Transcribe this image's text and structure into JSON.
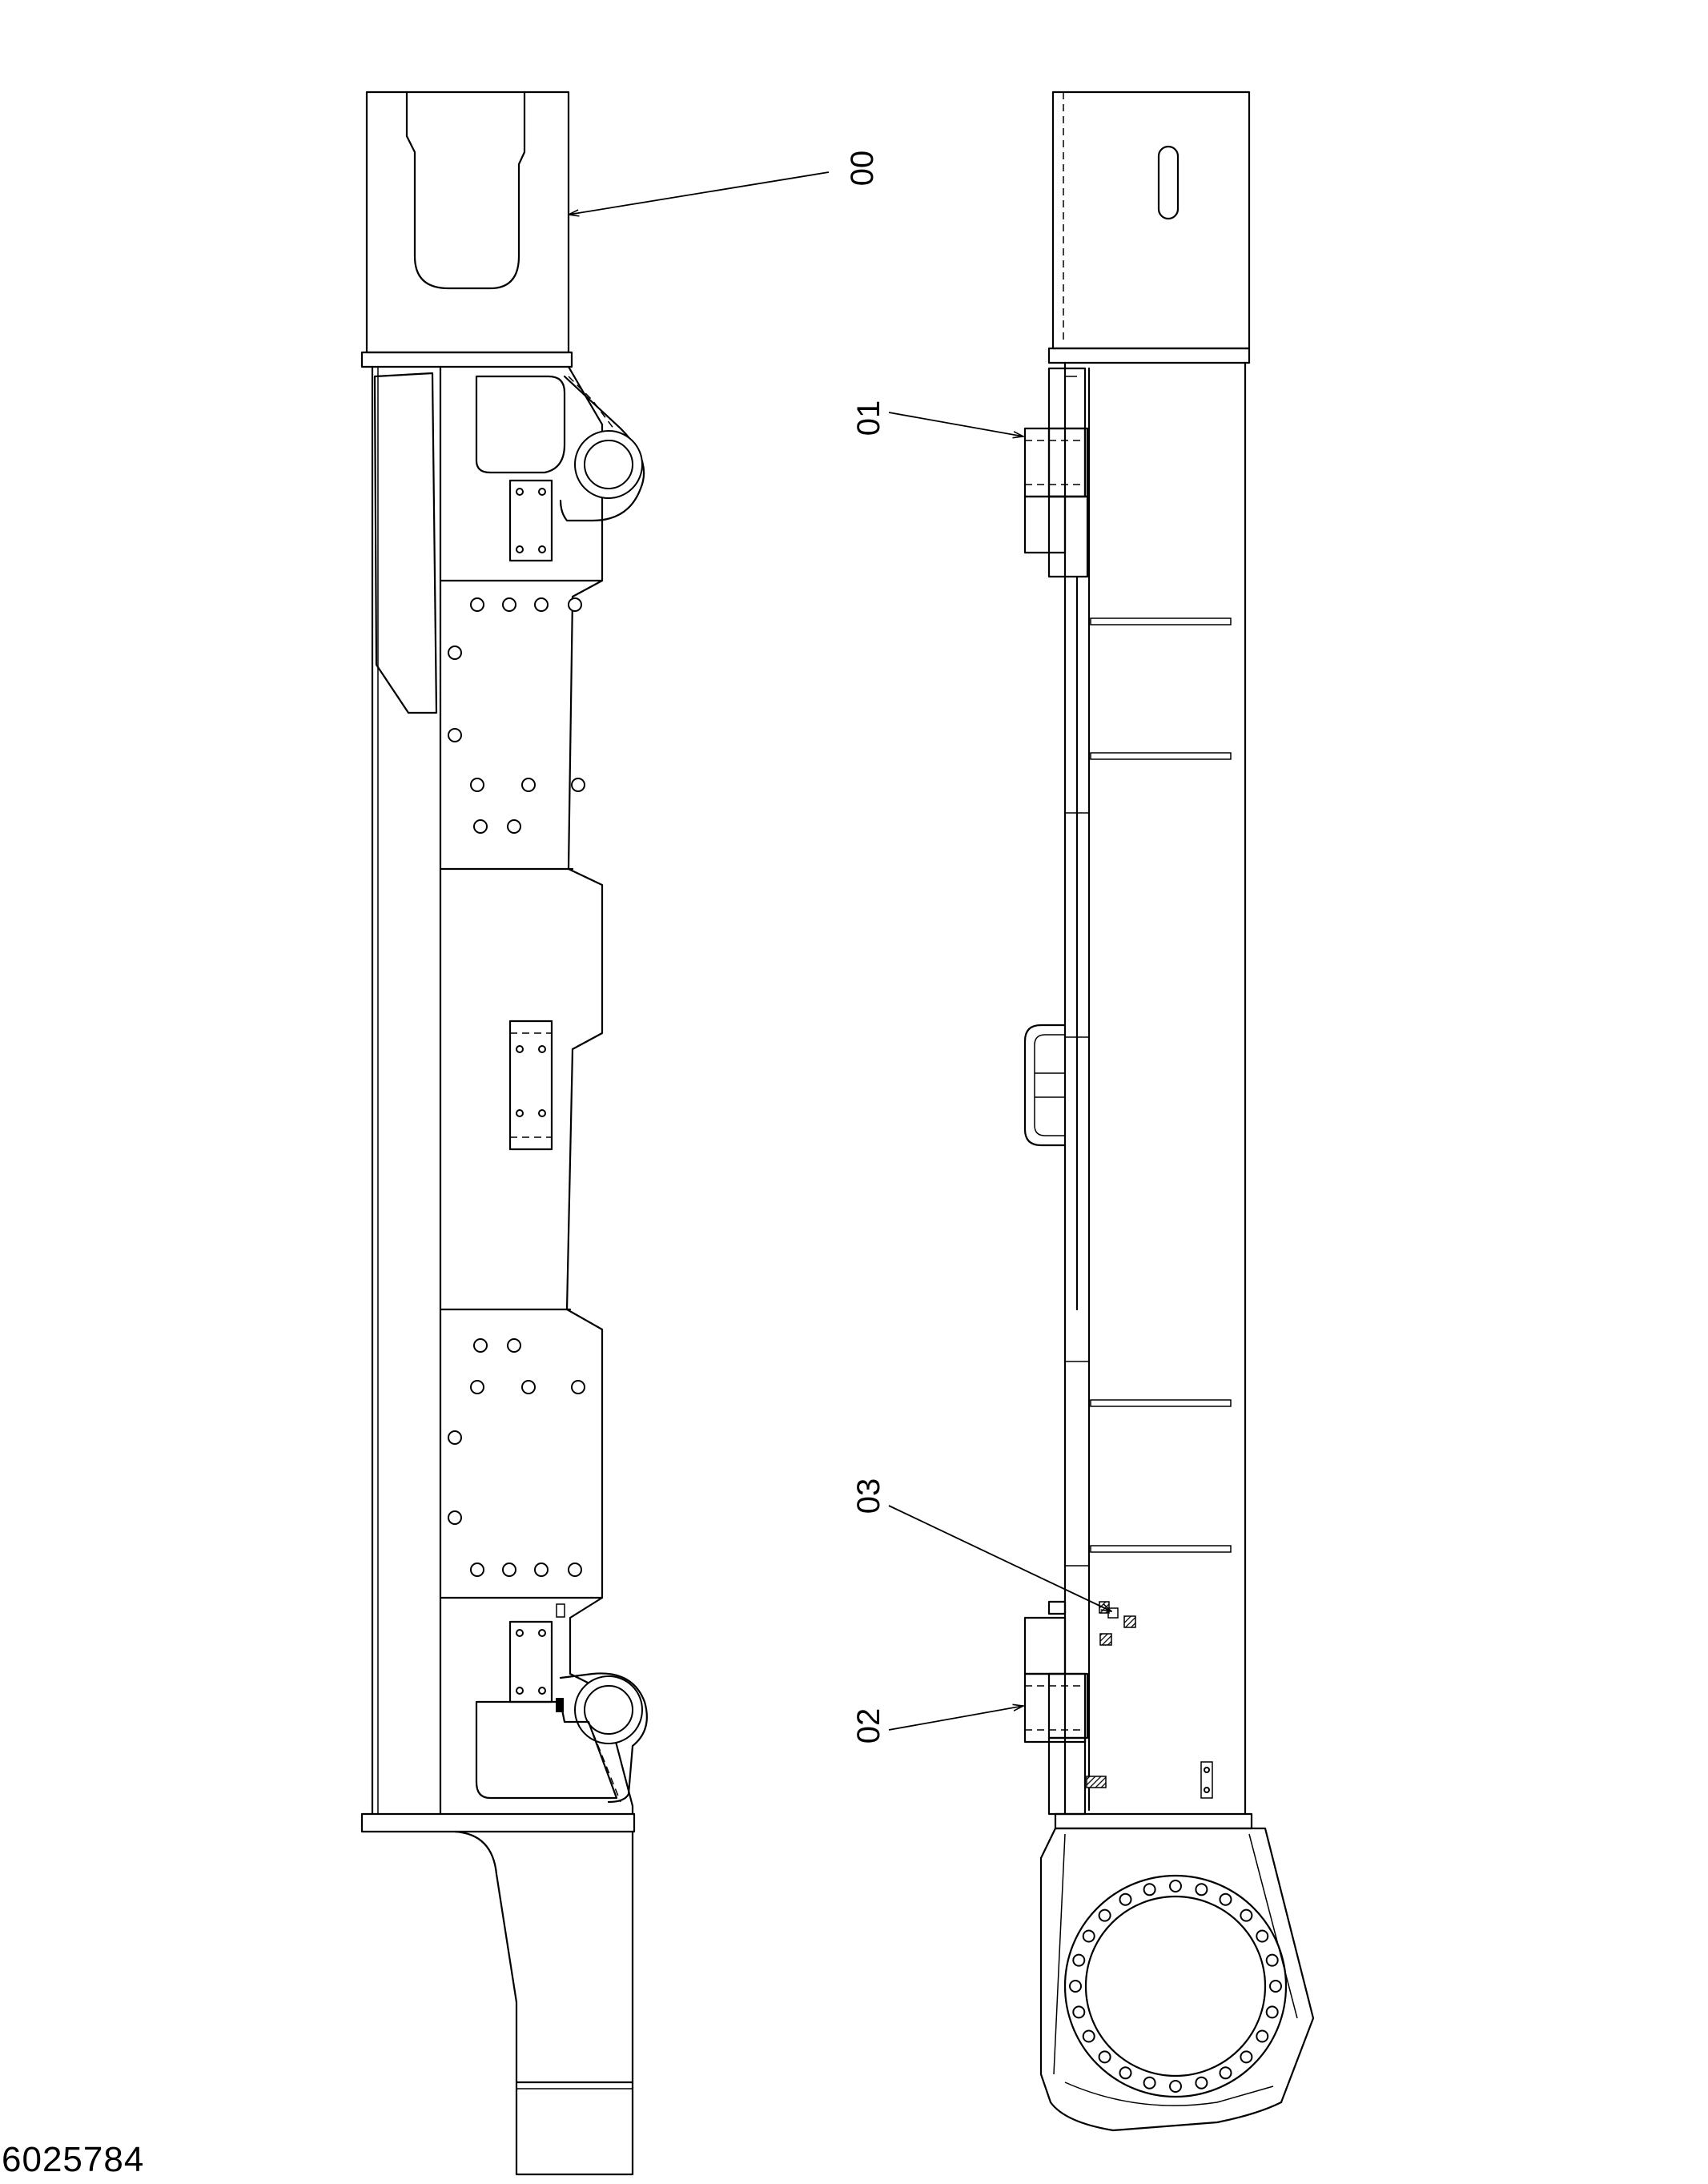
{
  "callouts": [
    {
      "id": "00",
      "label": "00"
    },
    {
      "id": "01",
      "label": "01"
    },
    {
      "id": "02",
      "label": "02"
    },
    {
      "id": "03",
      "label": "03"
    }
  ],
  "drawing_number": "6025784"
}
